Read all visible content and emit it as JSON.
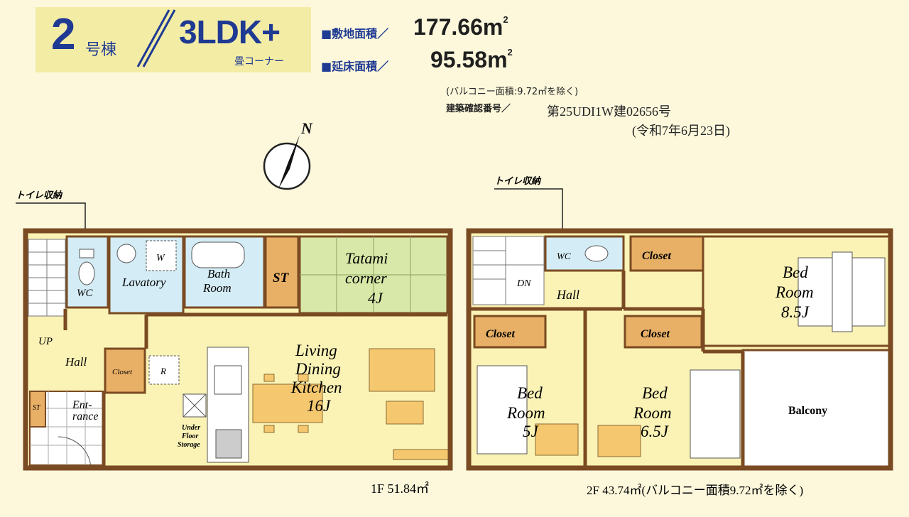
{
  "header": {
    "building_number": "2",
    "building_suffix": "号棟",
    "layout_type": "3LDK+",
    "layout_sub": "畳コーナー",
    "site_area_label": "■敷地面積／",
    "site_area_value": "177.66",
    "floor_area_label": "■延床面積／",
    "floor_area_value": "95.58",
    "area_unit": "m",
    "area_unit_sup": "2",
    "balcony_note": "(バルコニー面積:9.72㎡を除く)",
    "permit_label": "建築確認番号／",
    "permit_number": "第25UDI1W建02656号",
    "permit_date": "(令和7年6月23日)"
  },
  "compass": {
    "label": "N"
  },
  "storage_label_1f": "トイレ収納",
  "storage_label_2f": "トイレ収納",
  "floor1": {
    "label": "1F 51.84㎡",
    "rooms": {
      "wc": "WC",
      "lavatory": "Lavatory",
      "washer": "W",
      "bath_1": "Bath",
      "bath_2": "Room",
      "st_main": "ST",
      "tatami_1": "Tatami",
      "tatami_2": "corner",
      "tatami_3": "4J",
      "up": "UP",
      "hall": "Hall",
      "closet": "Closet",
      "fridge": "R",
      "st_small": "ST",
      "entrance_1": "Ent-",
      "entrance_2": "rance",
      "ldk_1": "Living",
      "ldk_2": "Dining",
      "ldk_3": "Kitchen",
      "ldk_4": "16J",
      "under_1": "Under",
      "under_2": "Floor",
      "under_3": "Storage"
    }
  },
  "floor2": {
    "label": "2F 43.74㎡(バルコニー面積9.72㎡を除く)",
    "rooms": {
      "dn": "DN",
      "wc": "WC",
      "hall": "Hall",
      "closet_top": "Closet",
      "bed_main_1": "Bed",
      "bed_main_2": "Room",
      "bed_main_3": "8.5J",
      "closet_left": "Closet",
      "closet_mid": "Closet",
      "bed_left_1": "Bed",
      "bed_left_2": "Room",
      "bed_left_3": "5J",
      "bed_mid_1": "Bed",
      "bed_mid_2": "Room",
      "bed_mid_3": "6.5J",
      "balcony": "Balcony"
    }
  },
  "colors": {
    "wall": "#7a4a22",
    "room": "#fbf3b6",
    "wet": "#d4ecf5",
    "tatami": "#d8e8a8",
    "closet": "#e8b066",
    "furniture": "#f5c870",
    "badge": "#f3eca4",
    "accent": "#1f3a93"
  }
}
